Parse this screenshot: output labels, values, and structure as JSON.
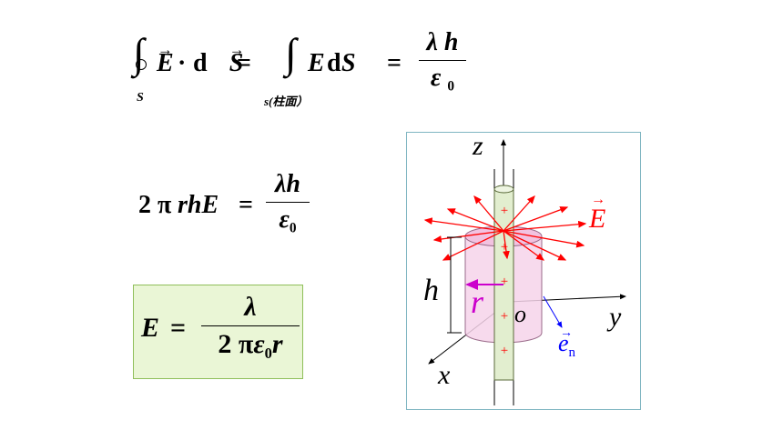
{
  "gauss_equation": {
    "closed_integral_sub": "S",
    "integrand_E": "E",
    "dot": "·",
    "d": "d",
    "S": "S",
    "equals_1": "=",
    "cylinder_integral_sub": "s(柱面）",
    "integrand_2": "E",
    "d2": "d",
    "S2": "S",
    "equals_2": "=",
    "numerator": "λ h",
    "denominator_eps": "ε",
    "denominator_sub": "0"
  },
  "flux_equation": {
    "lhs_coeff": "2 π",
    "lhs_vars": "rhE",
    "equals": "=",
    "numerator": "λh",
    "denominator_eps": "ε",
    "denominator_sub": "0"
  },
  "result_equation": {
    "lhs": "E",
    "equals": "=",
    "numerator": "λ",
    "denominator_coeff": "2 π",
    "denominator_eps": "ε",
    "denominator_sub": "0",
    "denominator_r": "r"
  },
  "diagram": {
    "axis_z": "z",
    "axis_y": "y",
    "axis_x": "x",
    "origin": "o",
    "height_label": "h",
    "radius_label": "r",
    "field_label": "E",
    "normal_label": "e",
    "normal_sub": "n",
    "charge_sign": "+",
    "colors": {
      "field": "#ff0000",
      "radius": "#cc00cc",
      "normal": "#0000ff",
      "cylinder_fill": "#f6d3ea",
      "wire_fill": "#e2eecf",
      "frame": "#7fb5c1"
    }
  }
}
